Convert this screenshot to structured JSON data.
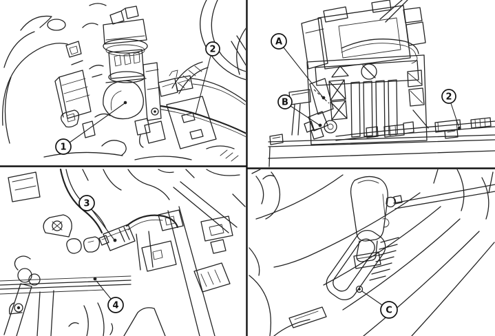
{
  "diagram": {
    "background_color": "#ffffff",
    "line_color": "#222222",
    "panel_count": 4,
    "callouts": [
      {
        "panel": "top-left",
        "label": "1"
      },
      {
        "panel": "top-left",
        "label": "2"
      },
      {
        "panel": "top-right",
        "label": "A"
      },
      {
        "panel": "top-right",
        "label": "B"
      },
      {
        "panel": "top-right",
        "label": "2"
      },
      {
        "panel": "bottom-left",
        "label": "3"
      },
      {
        "panel": "bottom-left",
        "label": "4"
      },
      {
        "panel": "bottom-right",
        "label": "C"
      }
    ]
  }
}
